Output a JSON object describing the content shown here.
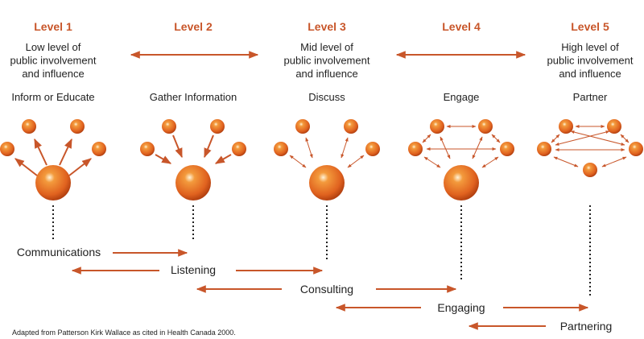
{
  "colors": {
    "accent": "#c8562a",
    "sphere": "#e0621f",
    "text": "#222222"
  },
  "levels": [
    {
      "title": "Level 1",
      "desc": [
        "Low level of",
        "public involvement",
        "and influence"
      ],
      "mode": "Inform or Educate"
    },
    {
      "title": "Level 2",
      "desc": [],
      "mode": "Gather Information"
    },
    {
      "title": "Level 3",
      "desc": [
        "Mid level of",
        "public involvement",
        "and influence"
      ],
      "mode": "Discuss"
    },
    {
      "title": "Level 4",
      "desc": [],
      "mode": "Engage"
    },
    {
      "title": "Level 5",
      "desc": [
        "High level of",
        "public involvement",
        "and influence"
      ],
      "mode": "Partner"
    }
  ],
  "stages": [
    "Communications",
    "Listening",
    "Consulting",
    "Engaging",
    "Partnering"
  ],
  "footnote": "Adapted from Patterson Kirk Wallace as cited in Health Canada 2000."
}
